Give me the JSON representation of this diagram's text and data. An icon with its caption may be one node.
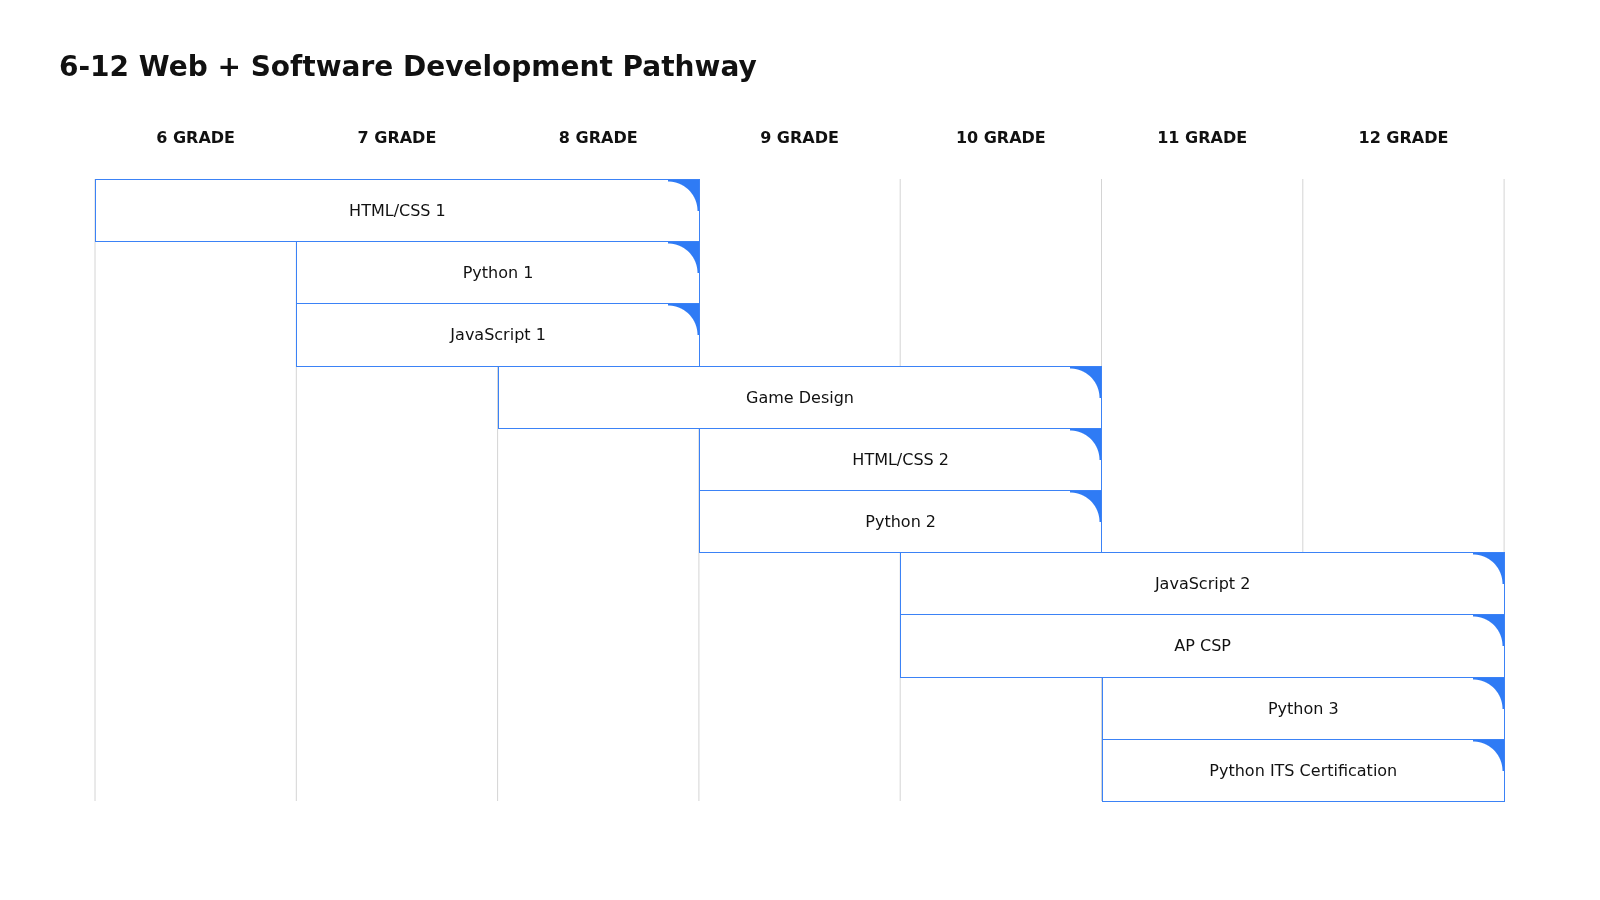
{
  "diagram": {
    "title": "6-12 Web + Software Development Pathway",
    "nodes": [
      {
        "text": [
          "HTML/CSS 1"
        ]
      },
      {
        "text": [
          "Python 1"
        ]
      },
      {
        "text": [
          "JavaScript 1"
        ]
      },
      {
        "text": [
          "Game Design"
        ]
      },
      {
        "text": [
          "HTML/CSS 2"
        ]
      },
      {
        "text": [
          "Python 2"
        ]
      },
      {
        "text": [
          "JavaScript 2"
        ]
      },
      {
        "text": [
          "AP CSP"
        ]
      },
      {
        "text": [
          "Python 3"
        ]
      },
      {
        "text": [
          "Python ITS Certification"
        ]
      }
    ],
    "labels": [
      "6 GRADE",
      "7 GRADE",
      "8 GRADE",
      "9 GRADE",
      "10 GRADE",
      "11 GRADE",
      "12 GRADE"
    ]
  }
}
